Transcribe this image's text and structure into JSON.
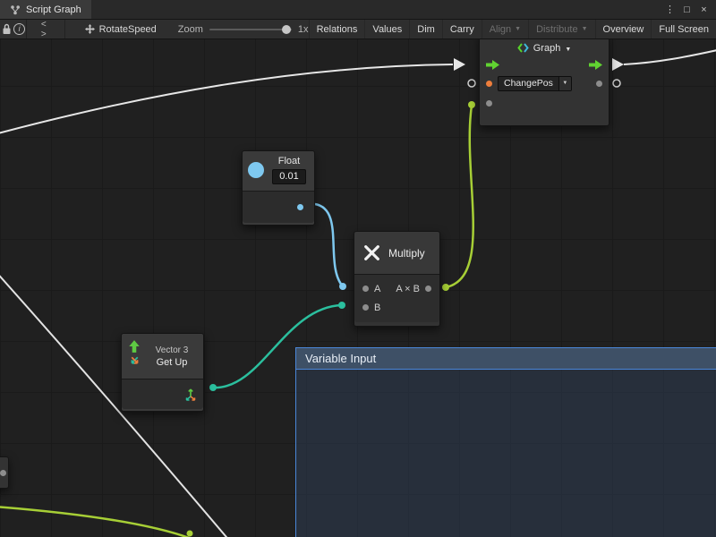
{
  "window": {
    "tab_label": "Script Graph",
    "menu_glyph": "⋮",
    "maximize_glyph": "□",
    "close_glyph": "×"
  },
  "toolbar": {
    "info_glyph": "i",
    "code_glyph": "< >",
    "graph_name": "RotateSpeed",
    "zoom_label": "Zoom",
    "zoom_value": "1x",
    "relations": "Relations",
    "values": "Values",
    "dim": "Dim",
    "carry": "Carry",
    "align": "Align",
    "distribute": "Distribute",
    "overview": "Overview",
    "full_screen": "Full Screen",
    "dropdown_glyph": "▼"
  },
  "graph_node": {
    "title": "Graph",
    "dropdown_glyph": "▼",
    "variable": "ChangePos"
  },
  "float_node": {
    "title": "Float",
    "value": "0.01"
  },
  "multiply_node": {
    "title": "Multiply",
    "input_a": "A",
    "input_b": "B",
    "output": "A × B"
  },
  "vector_node": {
    "type_label": "Vector 3",
    "title": "Get Up"
  },
  "group": {
    "title": "Variable Input"
  },
  "colors": {
    "flow_wire": "#e6e6e6",
    "float_wire": "#7ec8ef",
    "vector_wire": "#2bbf9e",
    "result_wire": "#a7cf36",
    "group_border": "#4a86d8"
  }
}
